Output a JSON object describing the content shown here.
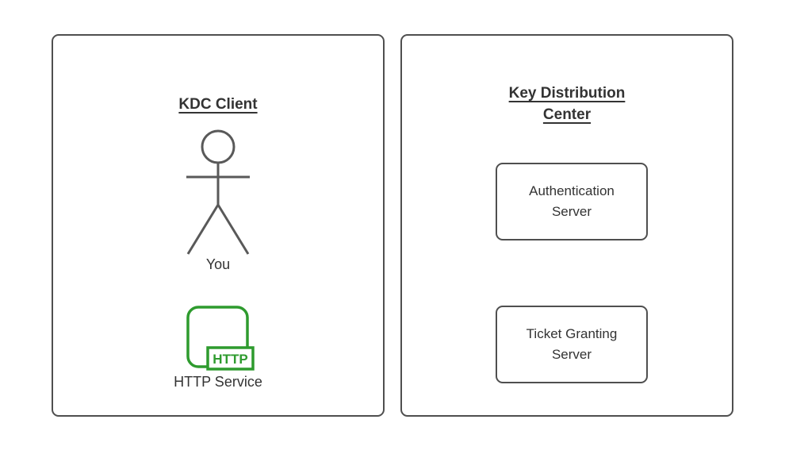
{
  "colors": {
    "background": "#ffffff",
    "panel_border": "#4f4f4f",
    "text": "#333333",
    "actor_stroke": "#595959",
    "service_green": "#2e9b2e"
  },
  "left_panel": {
    "title": "KDC Client",
    "actor": {
      "icon": "stick-figure-icon",
      "label": "You"
    },
    "service": {
      "icon": "http-service-icon",
      "badge": "HTTP",
      "label": "HTTP Service"
    }
  },
  "right_panel": {
    "title_lines": [
      "Key Distribution",
      "Center"
    ],
    "servers": [
      {
        "lines": [
          "Authentication",
          "Server"
        ]
      },
      {
        "lines": [
          "Ticket Granting",
          "Server"
        ]
      }
    ]
  }
}
